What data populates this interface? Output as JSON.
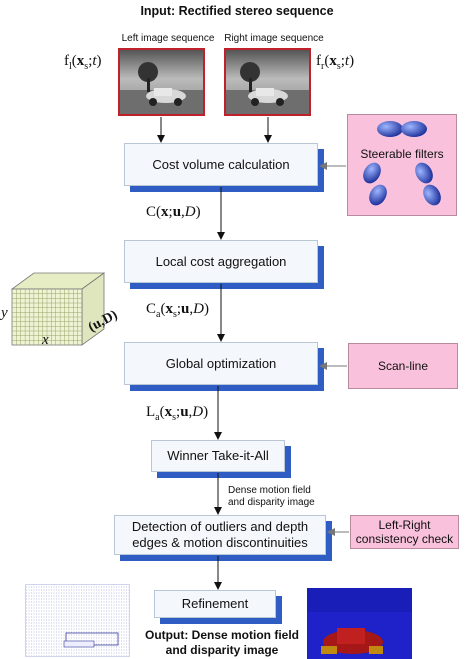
{
  "title": "Input: Rectified stereo sequence",
  "left_seq_label": "Left image sequence",
  "right_seq_label": "Right image sequence",
  "left_frame_formula": {
    "f": "f",
    "sub_l": "l",
    "paren_open": "(",
    "x": "x",
    "sub_s": "s",
    "sep": ";",
    "t": "t",
    "paren_close": ")"
  },
  "right_frame_formula": {
    "f": "f",
    "sub_r": "r",
    "paren_open": "(",
    "x": "x",
    "sub_s": "s",
    "sep": ";",
    "t": "t",
    "paren_close": ")"
  },
  "steps": {
    "cost_volume": "Cost volume calculation",
    "local_agg": "Local cost aggregation",
    "global_opt": "Global optimization",
    "wta": "Winner Take-it-All",
    "detection_line1": "Detection of outliers and depth",
    "detection_line2": "edges & motion discontinuities",
    "refinement": "Refinement"
  },
  "intermediates": {
    "C": {
      "name": "C",
      "open": "(",
      "x": "x",
      "sep1": ";",
      "u": "u",
      "comma": ",",
      "D": "D",
      "close": ")"
    },
    "Ca": {
      "name": "C",
      "sub": "a",
      "open": "(",
      "x": "x",
      "sub_s": "s",
      "sep1": ";",
      "u": "u",
      "comma": ",",
      "D": "D",
      "close": ")"
    },
    "La": {
      "name": "L",
      "sub": "a",
      "open": "(",
      "x": "x",
      "sub_s": "s",
      "sep1": ";",
      "u": "u",
      "comma": ",",
      "D": "D",
      "close": ")"
    }
  },
  "side_boxes": {
    "steerable": "Steerable filters",
    "scanline": "Scan-line",
    "lr_line1": "Left-Right",
    "lr_line2": "consistency check"
  },
  "dense_note_line1": "Dense motion field",
  "dense_note_line2": "and disparity image",
  "cube_labels": {
    "y": "y",
    "x": "x",
    "uD": "(u,D)"
  },
  "output_line1": "Output: Dense motion field",
  "output_line2": "and disparity image",
  "colors": {
    "pink": "#f9c1dc",
    "blue_shadow": "#2f5dc4",
    "frame_red": "#c0202a",
    "box_fill": "#f4f7fb"
  }
}
